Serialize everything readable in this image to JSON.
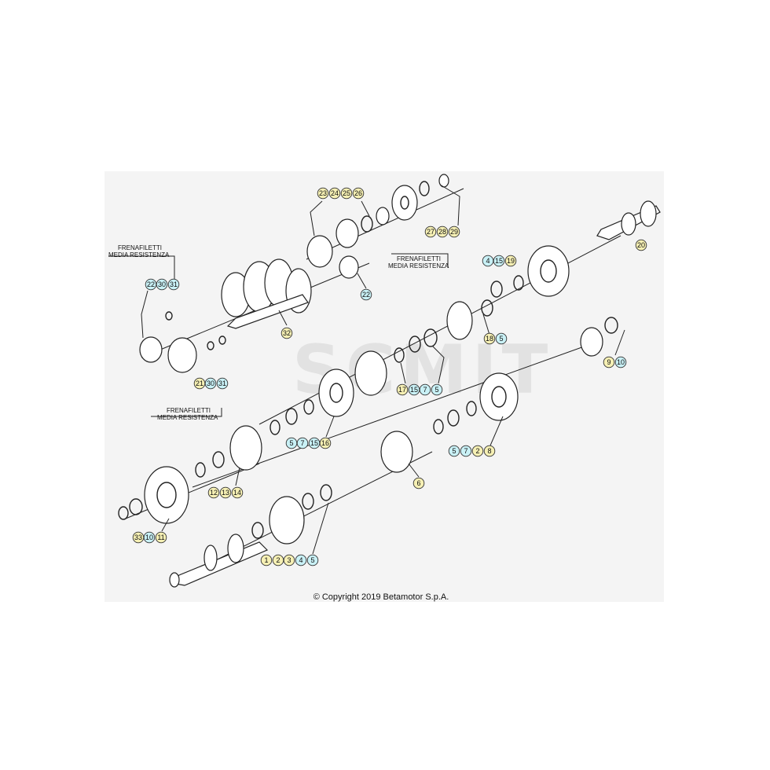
{
  "colors": {
    "yellow": "#f6f0b4",
    "cyan": "#c9f1f6",
    "panel": "#f4f4f4"
  },
  "watermark": "SCMIT",
  "copyright": "© Copyright 2019 Betamotor S.p.A.",
  "notes": [
    {
      "line1": "FRENAFILETTI",
      "line2": "MEDIA RESISTENZA"
    },
    {
      "line1": "FRENAFILETTI",
      "line2": "MEDIA RESISTENZA"
    },
    {
      "line1": "FRENAFILETTI",
      "line2": "MEDIA RESISTENZA"
    }
  ],
  "callouts": [
    {
      "num": "23",
      "c": "yellow"
    },
    {
      "num": "24",
      "c": "yellow"
    },
    {
      "num": "25",
      "c": "yellow"
    },
    {
      "num": "26",
      "c": "yellow"
    },
    {
      "num": "27",
      "c": "yellow"
    },
    {
      "num": "28",
      "c": "yellow"
    },
    {
      "num": "29",
      "c": "yellow"
    },
    {
      "num": "20",
      "c": "yellow"
    },
    {
      "num": "4",
      "c": "cyan"
    },
    {
      "num": "15",
      "c": "cyan"
    },
    {
      "num": "19",
      "c": "yellow"
    },
    {
      "num": "22",
      "c": "cyan"
    },
    {
      "num": "30",
      "c": "cyan"
    },
    {
      "num": "31",
      "c": "cyan"
    },
    {
      "num": "22",
      "c": "cyan"
    },
    {
      "num": "32",
      "c": "yellow"
    },
    {
      "num": "18",
      "c": "yellow"
    },
    {
      "num": "5",
      "c": "cyan"
    },
    {
      "num": "21",
      "c": "yellow"
    },
    {
      "num": "30",
      "c": "cyan"
    },
    {
      "num": "31",
      "c": "cyan"
    },
    {
      "num": "17",
      "c": "yellow"
    },
    {
      "num": "15",
      "c": "cyan"
    },
    {
      "num": "7",
      "c": "cyan"
    },
    {
      "num": "5",
      "c": "cyan"
    },
    {
      "num": "9",
      "c": "yellow"
    },
    {
      "num": "10",
      "c": "cyan"
    },
    {
      "num": "5",
      "c": "cyan"
    },
    {
      "num": "7",
      "c": "cyan"
    },
    {
      "num": "15",
      "c": "cyan"
    },
    {
      "num": "16",
      "c": "yellow"
    },
    {
      "num": "5",
      "c": "cyan"
    },
    {
      "num": "7",
      "c": "cyan"
    },
    {
      "num": "2",
      "c": "yellow"
    },
    {
      "num": "8",
      "c": "yellow"
    },
    {
      "num": "6",
      "c": "yellow"
    },
    {
      "num": "12",
      "c": "yellow"
    },
    {
      "num": "13",
      "c": "yellow"
    },
    {
      "num": "14",
      "c": "yellow"
    },
    {
      "num": "33",
      "c": "yellow"
    },
    {
      "num": "10",
      "c": "cyan"
    },
    {
      "num": "11",
      "c": "yellow"
    },
    {
      "num": "1",
      "c": "yellow"
    },
    {
      "num": "2",
      "c": "yellow"
    },
    {
      "num": "3",
      "c": "yellow"
    },
    {
      "num": "4",
      "c": "cyan"
    },
    {
      "num": "5",
      "c": "cyan"
    }
  ]
}
